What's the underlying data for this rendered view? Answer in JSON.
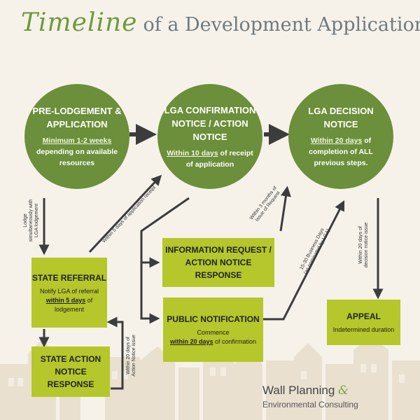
{
  "title": {
    "script": "Timeline",
    "rest": "of a Development Application"
  },
  "colors": {
    "circle": "#6b8f3a",
    "box": "#b5c72a",
    "arrow": "#3c3c3c",
    "background": "#f6f2ea"
  },
  "circles": {
    "pre_lodgement": {
      "title": "PRE-LODGEMENT & APPLICATION",
      "body_emph": "Minimum 1-2 weeks",
      "body_rest": "depending on available resources"
    },
    "lga_confirmation": {
      "title": "LGA CONFIRMATION NOTICE / ACTION NOTICE",
      "body_emph": "Within 10 days",
      "body_rest": "of receipt of application"
    },
    "lga_decision": {
      "title": "LGA DECISION NOTICE",
      "body_emph": "Within 20 days",
      "body_rest": "of completion of ALL previous steps."
    }
  },
  "boxes": {
    "state_referral": {
      "title": "STATE REFERRAL",
      "body_pre": "Notify LGA of referral",
      "body_emph": "within 5 days",
      "body_post": "of lodgement"
    },
    "state_action": {
      "title": "STATE ACTION NOTICE RESPONSE"
    },
    "information_request": {
      "title": "INFORMATION REQUEST / ACTION NOTICE RESPONSE"
    },
    "public_notification": {
      "title": "PUBLIC NOTIFICATION",
      "body_pre": "Commence",
      "body_emph": "within 20 days",
      "body_post": "of confirmation"
    },
    "appeal": {
      "title": "APPEAL",
      "body": "Indetermined duration"
    }
  },
  "labels": {
    "lodge": {
      "line1": "Lodge",
      "line2": "simultaneously with",
      "line3": "LGA lodgement"
    },
    "within5": "Within 5 days of application receipt",
    "within3": {
      "line1": "Within 3 months of",
      "line2": "Issue of Request"
    },
    "business_days": {
      "line1": "15-30 Business Days",
      "line2": "(as nominated by LGA)"
    },
    "decision_issue": {
      "line1": "Within 20 days of",
      "line2": "decision notice issue"
    },
    "action_notice_issue": {
      "line1": "Within 20 days of",
      "line2": "Action Notice issue"
    }
  },
  "brand": {
    "line1": "Wall Planning",
    "amp": "&",
    "line2": "Environmental Consulting"
  }
}
